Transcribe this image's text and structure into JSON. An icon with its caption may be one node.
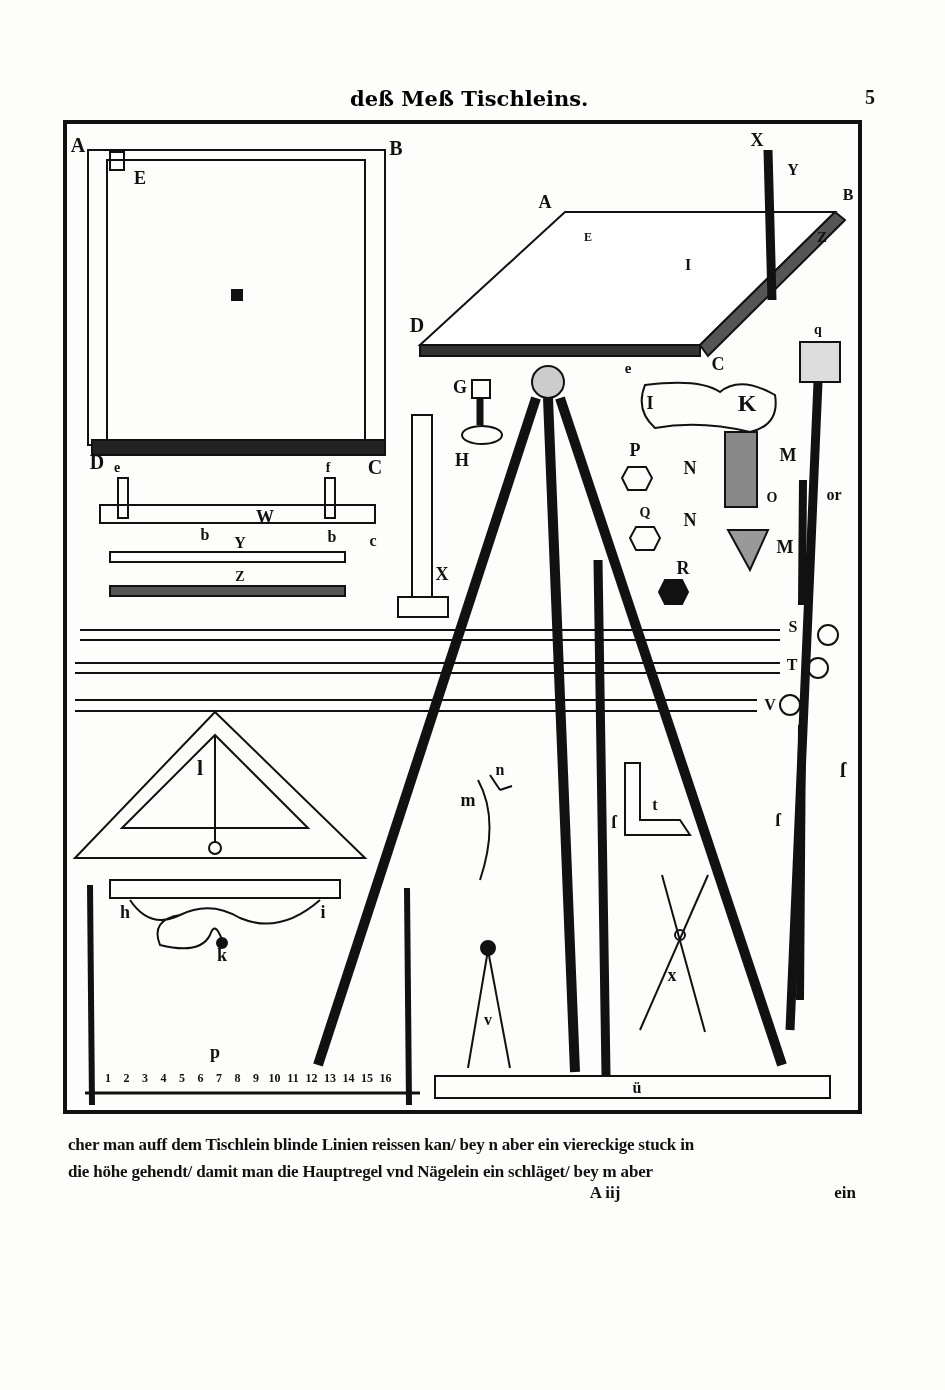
{
  "diagram": {
    "title": "deß Meß Tischleins.",
    "labels": [
      "5",
      "A",
      "E",
      "B",
      "X",
      "Y",
      "A",
      "B",
      "E",
      "Z",
      "I",
      "D",
      "q",
      "e",
      "C",
      "G",
      "I",
      "K",
      "P",
      "D",
      "C",
      "H",
      "M",
      "N",
      "e",
      "f",
      "O",
      "or",
      "W",
      "Q",
      "N",
      "M",
      "b",
      "Y",
      "b",
      "c",
      "Z",
      "X",
      "R",
      "S",
      "T",
      "V",
      "l",
      "n",
      "ſ",
      "m",
      "t",
      "ſ",
      "ſ",
      "h",
      "i",
      "k",
      "x",
      "v",
      "p",
      "1",
      "2",
      "3",
      "4",
      "5",
      "6",
      "7",
      "8",
      "9",
      "10",
      "11",
      "12",
      "13",
      "14",
      "15",
      "16",
      "ü",
      "cher man auff dem Tischlein blinde Linien reissen kan/ bey n aber ein viereckige stuck in",
      "die höhe gehendt/ damit man die Hauptregel vnd Nägelein ein schläget/ bey m aber",
      "A iij",
      "ein"
    ]
  }
}
